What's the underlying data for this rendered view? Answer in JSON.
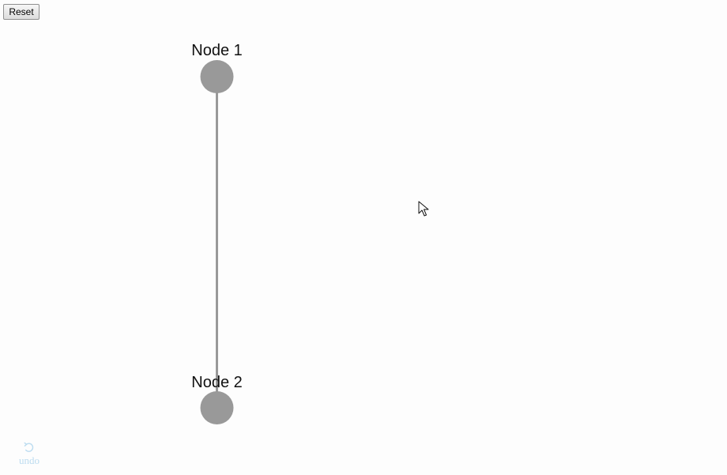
{
  "toolbar": {
    "reset_label": "Reset"
  },
  "graph": {
    "nodes": [
      {
        "id": "node-1",
        "label": "Node 1"
      },
      {
        "id": "node-2",
        "label": "Node 2"
      }
    ],
    "edges": [
      {
        "from": "node-1",
        "to": "node-2"
      }
    ],
    "node_color": "#999999",
    "edge_color": "#999999"
  },
  "undo": {
    "label": "undo",
    "icon": "undo-icon",
    "color": "#bcdcf0"
  },
  "cursor": {
    "icon": "mouse-pointer-icon"
  }
}
